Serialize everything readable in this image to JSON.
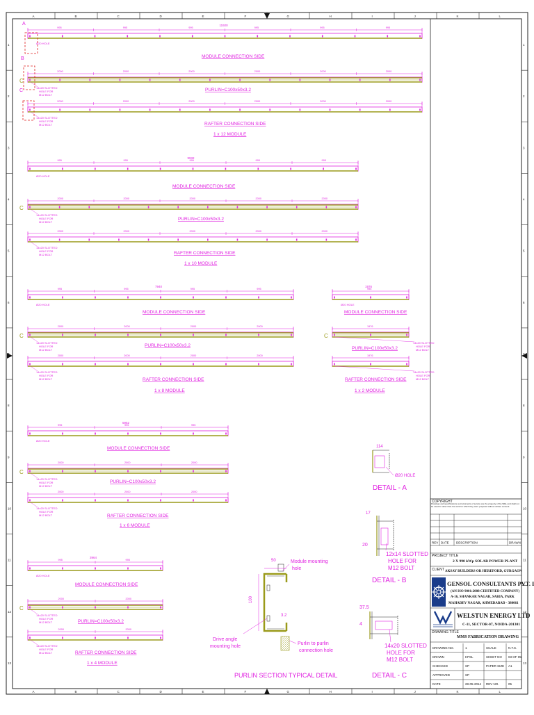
{
  "colors": {
    "magenta": "#e020e0",
    "olive": "#9a9a1a",
    "red": "#e02020",
    "frame": "#222222",
    "logo_blue": "#1a3c8a"
  },
  "grid": {
    "columns": [
      "A",
      "B",
      "C",
      "D",
      "E",
      "F",
      "G",
      "H",
      "I",
      "J",
      "K",
      "L"
    ],
    "rows": [
      "1",
      "2",
      "3",
      "4",
      "5",
      "6",
      "7",
      "8",
      "9",
      "10",
      "11",
      "12",
      "13"
    ]
  },
  "groups": [
    {
      "module_label": "MODULE CONNECTION SIDE",
      "purlin_label": "PURLIN=C100x50x3.2",
      "rafter_label": "RAFTER CONNECTION SIDE",
      "caption": "1 x 12 MODULE",
      "overall_dim": "11920",
      "segment_dim": "2000",
      "hole_note": [
        "14x20 SLOTTED",
        "HOLE FOR",
        "M12 BOLT"
      ]
    },
    {
      "module_label": "MODULE CONNECTION SIDE",
      "purlin_label": "PURLIN=C100x50x3.2",
      "rafter_label": "RAFTER CONNECTION SIDE",
      "caption": "1 x 10 MODULE",
      "overall_dim": "9932",
      "segment_dim": "2000",
      "hole_note": [
        "14x20 SLOTTED",
        "HOLE FOR",
        "M12 BOLT"
      ]
    },
    {
      "module_label": "MODULE CONNECTION SIDE",
      "purlin_label": "PURLIN=C100x50x3.2",
      "rafter_label": "RAFTER CONNECTION SIDE",
      "caption": "1 x 8 MODULE",
      "overall_dim": "7940",
      "segment_dim": "2000",
      "hole_note": [
        "14x20 SLOTTED",
        "HOLE FOR",
        "M12 BOLT"
      ]
    },
    {
      "module_label": "MODULE CONNECTION SIDE",
      "purlin_label": "PURLIN=C100x50x3.2",
      "rafter_label": "RAFTER CONNECTION SIDE",
      "caption": "1 x 2 MODULE",
      "overall_dim": "1976",
      "segment_dim": "1976",
      "hole_note": [
        "14x20 SLOTTED",
        "HOLE FOR",
        "M12 BOLT"
      ]
    },
    {
      "module_label": "MODULE CONNECTION SIDE",
      "purlin_label": "PURLIN=C100x50x3.2",
      "rafter_label": "RAFTER CONNECTION SIDE",
      "caption": "1 x 6 MODULE",
      "overall_dim": "5952",
      "segment_dim": "2000",
      "hole_note": [
        "14x20 SLOTTED",
        "HOLE FOR",
        "M12 BOLT"
      ]
    },
    {
      "module_label": "MODULE CONNECTION SIDE",
      "purlin_label": "PURLIN=C100x50x3.2",
      "rafter_label": "RAFTER CONNECTION SIDE",
      "caption": "1 x 4 MODULE",
      "overall_dim": "3964",
      "segment_dim": "2000",
      "hole_note": [
        "14x20 SLOTTED",
        "HOLE FOR",
        "M12 BOLT"
      ]
    }
  ],
  "details": {
    "a_title": "DETAIL - A",
    "a_note": "Ø20 HOLE",
    "b_title": "DETAIL - B",
    "b_note": [
      "12x14 SLOTTED",
      "HOLE FOR",
      "M12 BOLT"
    ],
    "c_title": "DETAIL - C",
    "c_note": [
      "14x20 SLOTTED",
      "HOLE FOR",
      "M12 BOLT"
    ],
    "purlin_title": "PURLIN SECTION TYPICAL DETAIL",
    "purlin_note_top": [
      "Module mounting",
      "hole"
    ],
    "purlin_note_left": [
      "Drive angle",
      "mounting hole"
    ],
    "purlin_note_right": [
      "Purlin to purlin",
      "connection hole"
    ]
  },
  "title_block": {
    "copyright_heading": "COPYRIGHT",
    "copyright_text": "Drawings and specifications as instruments of service are the property of the WEL and shall not be used for other than the work for which they were prepared without written consent.",
    "revision_headers": [
      "REV",
      "DATE",
      "DESCRIPTION",
      "DRAWN"
    ],
    "project_title_label": "PROJECT TITLE",
    "project_title": "2 X 990 kWp SOLAR POWER PLANT",
    "client_label": "CLIENT",
    "client": "AKSAY BUILDERS OR HEREFORD, GURGAON",
    "consultant_name": "GENSOL CONSULTANTS PVT. LTD",
    "consultant_lines": [
      "(AN ISO 9001:2008 CERTIFIED COMPANY)",
      "A-16, SHANKAR NAGAR, SARIA, PARK",
      "MAHADEV NAGAR, AHMEDABAD - 380061"
    ],
    "contractor_name": "WELSTUN ENERGY LTD",
    "contractor_address": "C-11, SECTOR-07, NOIDA-201301",
    "drawing_title_label": "DRAWING TITLE",
    "drawing_title": "MMS FABRICATION DRAWING",
    "info_rows": [
      [
        "DRAWING NO.",
        "1",
        "SCALE",
        "N.T.S."
      ],
      [
        "DRAWN",
        "KPSL",
        "SHEET NO",
        "03 OF 05"
      ],
      [
        "CHECKED",
        "SP",
        "PAPER SIZE",
        "A1"
      ],
      [
        "APPROVED",
        "SP",
        "",
        ""
      ],
      [
        "DATE",
        "28-05-2014",
        "REV NO.",
        "05"
      ]
    ]
  }
}
